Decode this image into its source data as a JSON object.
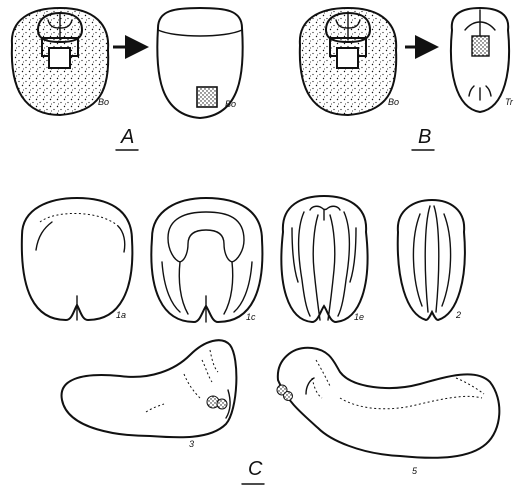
{
  "panels": {
    "A": {
      "label": "A",
      "donor_tag": "Bo",
      "host_tag": "Bo"
    },
    "B": {
      "label": "B",
      "donor_tag": "Bo",
      "host_tag": "Tr"
    },
    "C": {
      "label": "C",
      "stages": [
        "1a",
        "1c",
        "1e",
        "2",
        "3",
        "5"
      ]
    }
  }
}
